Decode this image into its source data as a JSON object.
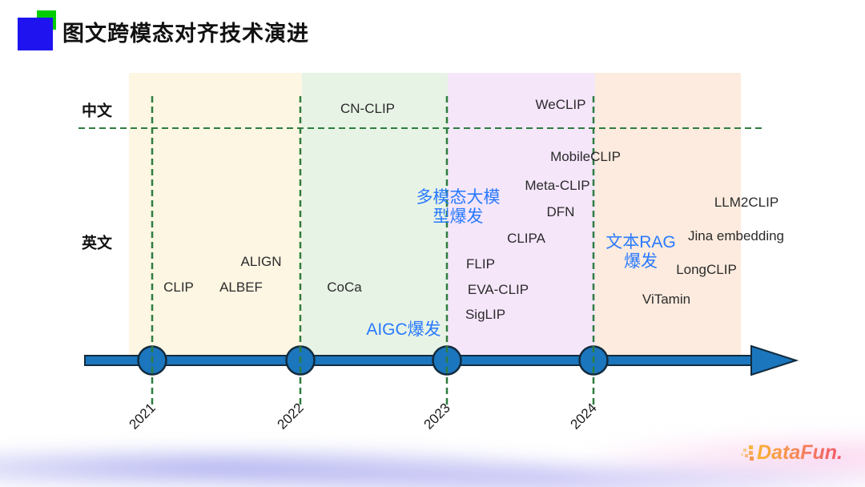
{
  "slide": {
    "title": "图文跨模态对齐技术演进",
    "rows": {
      "chinese": "中文",
      "english": "英文"
    },
    "timeline": {
      "years": [
        "2021",
        "2022",
        "2023",
        "2024"
      ]
    },
    "chinese_models": [
      {
        "name": "CN-CLIP"
      },
      {
        "name": "WeCLIP"
      }
    ],
    "english_models": [
      {
        "name": "CLIP"
      },
      {
        "name": "ALIGN"
      },
      {
        "name": "ALBEF"
      },
      {
        "name": "CoCa"
      },
      {
        "name": "FLIP"
      },
      {
        "name": "EVA-CLIP"
      },
      {
        "name": "SigLIP"
      },
      {
        "name": "CLIPA"
      },
      {
        "name": "DFN"
      },
      {
        "name": "Meta-CLIP"
      },
      {
        "name": "MobileCLIP"
      },
      {
        "name": "ViTamin"
      },
      {
        "name": "LongCLIP"
      },
      {
        "name": "Jina embedding"
      },
      {
        "name": "LLM2CLIP"
      }
    ],
    "annotations": [
      {
        "text": "多模态大模\n型爆发"
      },
      {
        "text": "AIGC爆发"
      },
      {
        "text": "文本RAG\n爆发"
      }
    ]
  },
  "footer": {
    "logo_text": "DataFun."
  },
  "colors": {
    "band_2021": "#FDF6E3",
    "band_2022": "#E7F3E5",
    "band_2023": "#F5E6FA",
    "band_2024": "#FCEBDE",
    "dashed_line_green": "#2E7D3F",
    "timeline_blue": "#1B76BD",
    "timeline_outline": "#122B3D",
    "annotation_blue": "#2979FF",
    "title_square_blue": "#1F14F0",
    "title_square_green": "#00CC00",
    "logo_gradient_start": "#F9B234",
    "logo_gradient_end": "#F0566A"
  }
}
